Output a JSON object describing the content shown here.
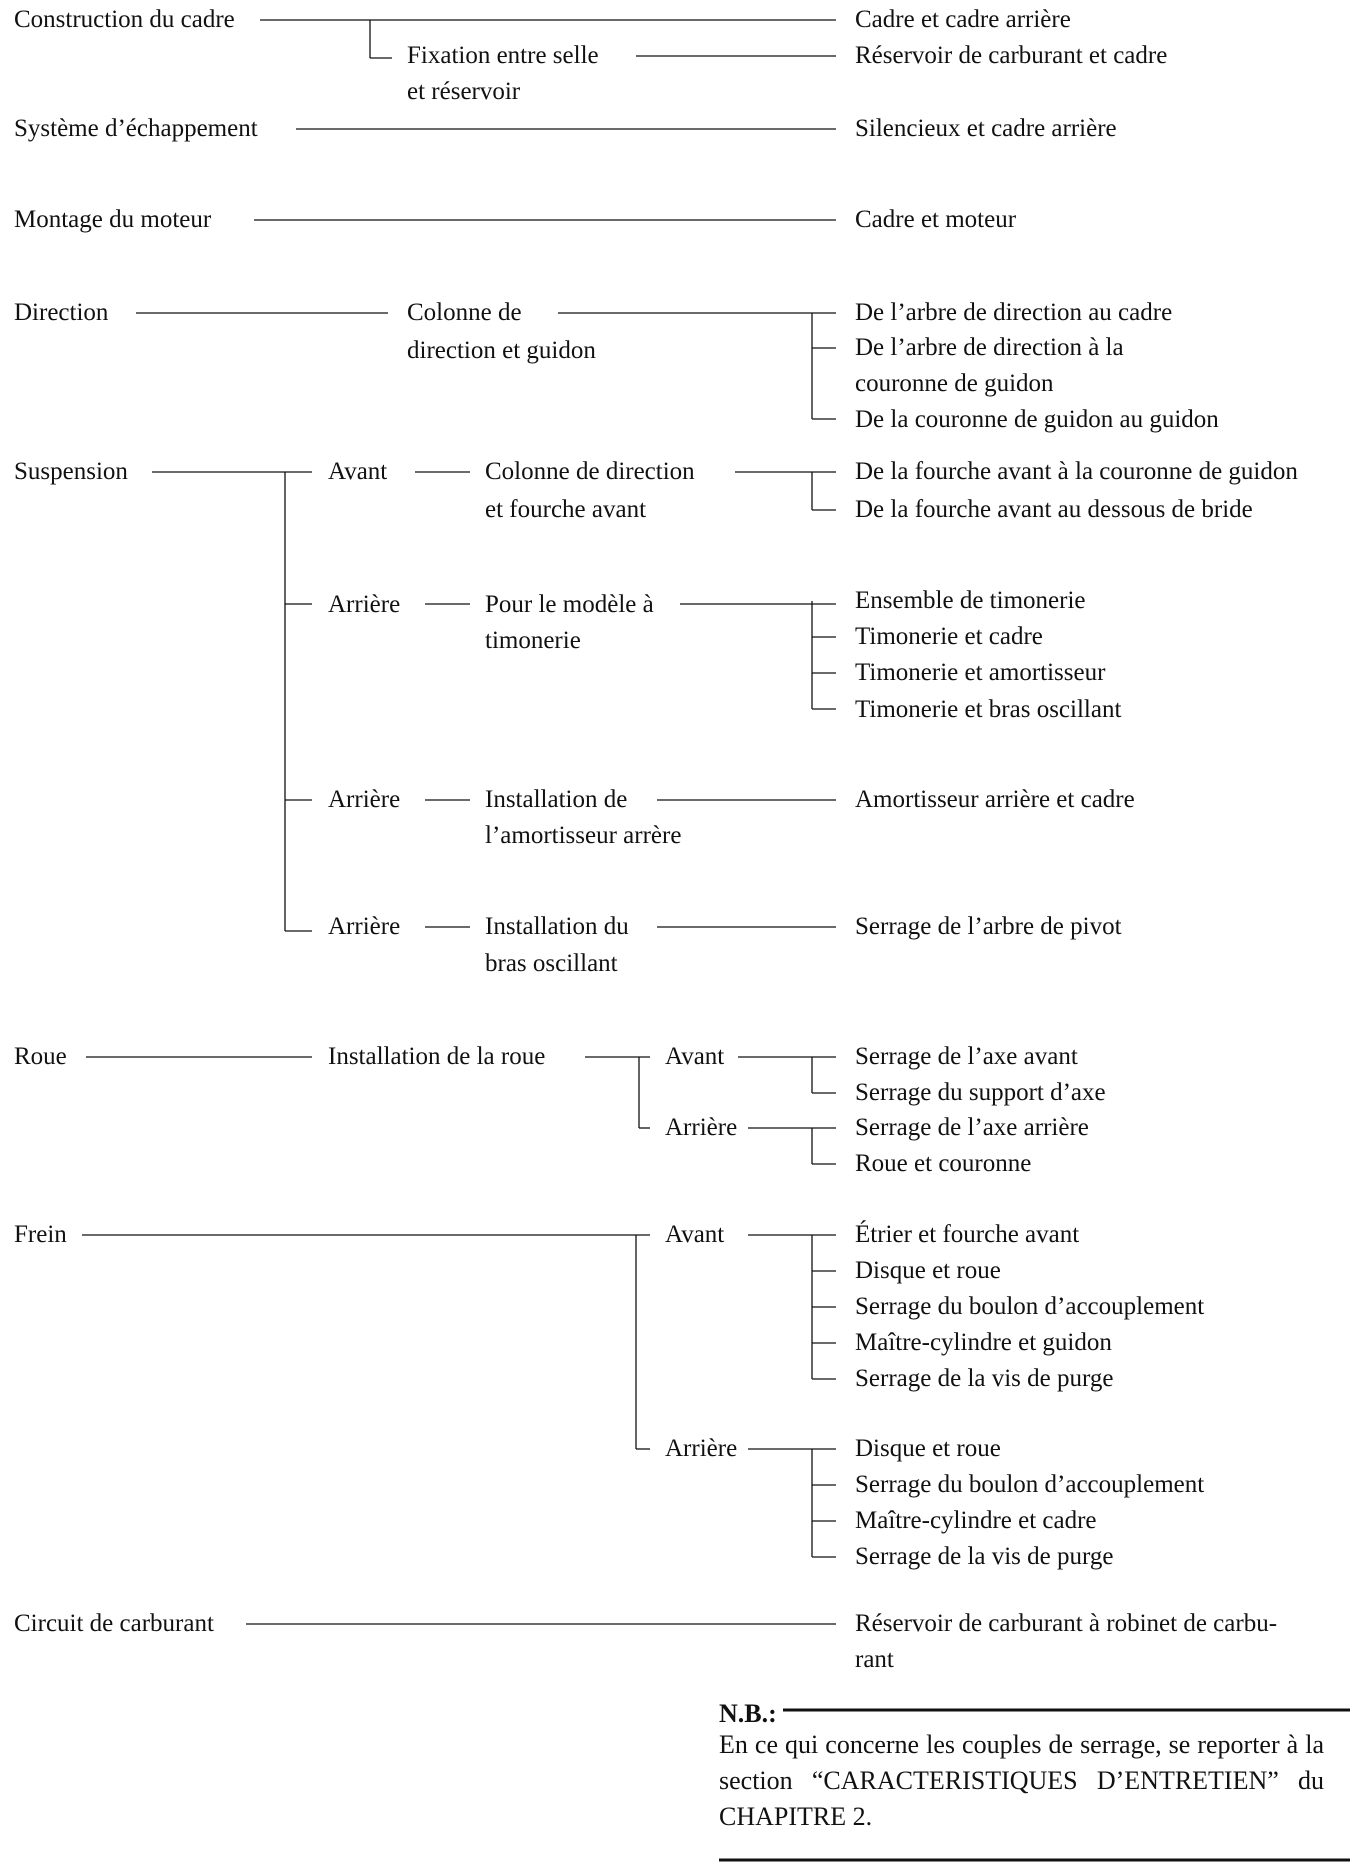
{
  "nodes": {
    "n_frame": "Construction du cadre",
    "n_frame_rear": "Cadre et cadre arrière",
    "n_seat_l1": "Fixation entre selle",
    "n_seat_l2": "et réservoir",
    "n_tank_frame": "Réservoir de carburant et cadre",
    "n_exhaust": "Système d’échappement",
    "n_muffler": "Silencieux et cadre arrière",
    "n_engine": "Montage du moteur",
    "n_frame_engine": "Cadre et moteur",
    "n_direction": "Direction",
    "n_col_l1": "Colonne de",
    "n_col_l2": "direction et guidon",
    "n_d1": "De l’arbre de direction au cadre",
    "n_d2_l1": "De l’arbre de direction à la",
    "n_d2_l2": "couronne de guidon",
    "n_d3": "De la couronne de guidon au guidon",
    "n_susp": "Suspension",
    "n_avant1": "Avant",
    "n_cdf_l1": "Colonne de direction",
    "n_cdf_l2": "et fourche avant",
    "n_f1": "De la fourche avant à la couronne de guidon",
    "n_f2": "De la fourche avant au dessous de bride",
    "n_arr1": "Arrière",
    "n_tim_l1": "Pour le modèle à",
    "n_tim_l2": "timonerie",
    "n_t1": "Ensemble de timonerie",
    "n_t2": "Timonerie et cadre",
    "n_t3": "Timonerie et amortisseur",
    "n_t4": "Timonerie et bras oscillant",
    "n_arr2": "Arrière",
    "n_amo_l1": "Installation de",
    "n_amo_l2": "l’amortisseur arrère",
    "n_amo_frame": "Amortisseur arrière et cadre",
    "n_arr3": "Arrière",
    "n_bras_l1": "Installation du",
    "n_bras_l2": "bras oscillant",
    "n_pivot": "Serrage de l’arbre de pivot",
    "n_roue": "Roue",
    "n_inst_roue": "Installation de la roue",
    "n_r_avant": "Avant",
    "n_r_arr": "Arrière",
    "n_r1": "Serrage de l’axe avant",
    "n_r2": "Serrage du support d’axe",
    "n_r3": "Serrage de l’axe arrière",
    "n_r4": "Roue et couronne",
    "n_frein": "Frein",
    "n_b_avant": "Avant",
    "n_b_arr": "Arrière",
    "n_b1": "Étrier et fourche avant",
    "n_b2": "Disque et roue",
    "n_b3": "Serrage du boulon d’accouplement",
    "n_b4": "Maître-cylindre et guidon",
    "n_b5": "Serrage de la vis de purge",
    "n_b6": "Disque et roue",
    "n_b7": "Serrage du boulon d’accouplement",
    "n_b8": "Maître-cylindre et cadre",
    "n_b9": "Serrage de la vis de purge",
    "n_fuel": "Circuit de carburant",
    "n_fuel_t_l1": "Réservoir de carburant à robinet de carbu-",
    "n_fuel_t_l2": "rant"
  },
  "note": {
    "title": "N.B.:",
    "text": "En ce qui concerne les couples de serrage, se reporter à la section “CARACTERISTIQUES D’ENTRETIEN” du CHAPITRE 2."
  }
}
